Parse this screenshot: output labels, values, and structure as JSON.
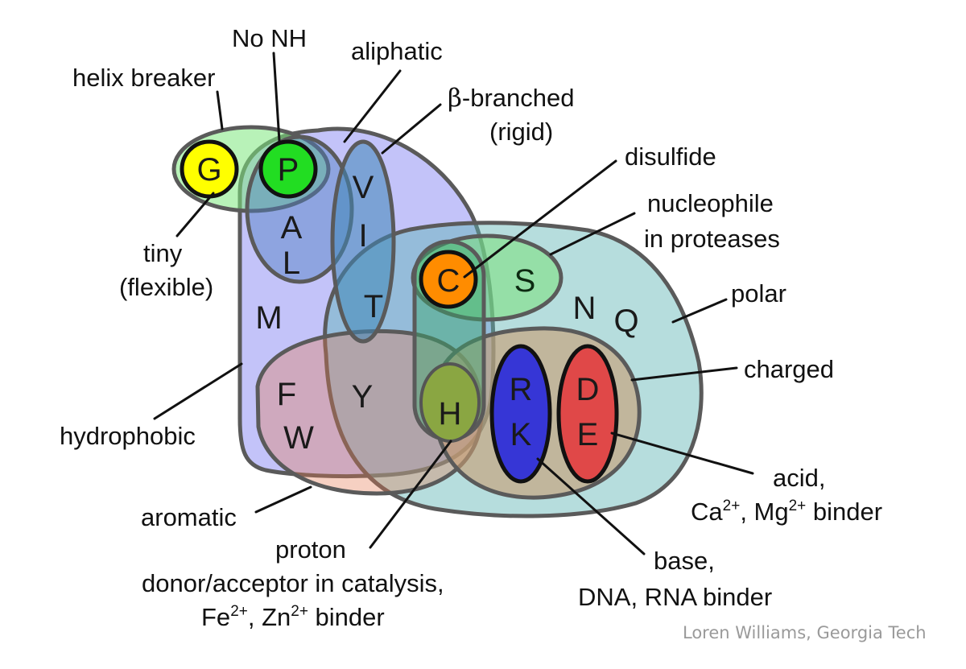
{
  "credit": "Loren Williams, Georgia Tech",
  "amino_acids": {
    "G": "G",
    "P": "P",
    "A": "A",
    "L": "L",
    "V": "V",
    "I": "I",
    "T": "T",
    "M": "M",
    "C": "C",
    "S": "S",
    "N": "N",
    "Q": "Q",
    "F": "F",
    "W": "W",
    "Y": "Y",
    "H": "H",
    "R": "R",
    "K": "K",
    "D": "D",
    "E": "E"
  },
  "labels": {
    "no_nh": "No NH",
    "helix_breaker": "helix breaker",
    "aliphatic": "aliphatic",
    "beta_branched_symbol": "β",
    "beta_branched_rest": "-branched",
    "rigid": "(rigid)",
    "disulfide": "disulfide",
    "nucleophile": "nucleophile",
    "in_proteases": "in proteases",
    "tiny": "tiny",
    "flexible": "(flexible)",
    "polar": "polar",
    "charged": "charged",
    "hydrophobic": "hydrophobic",
    "aromatic": "aromatic",
    "acid": "acid,",
    "ca": "Ca",
    "ca_sup": "2+",
    "mg_sep": ", Mg",
    "mg_sup": "2+",
    "acid_binder": " binder",
    "proton": "proton",
    "donor_acceptor": "donor/acceptor in catalysis,",
    "fe": "Fe",
    "fe_sup": "2+",
    "zn_sep": ", Zn",
    "zn_sup": "2+",
    "metal_binder": " binder",
    "base": "base,",
    "dna_rna_binder": "DNA, RNA binder"
  },
  "colors": {
    "hydrophobic": "#9b9bf5",
    "polar": "#7fc3c3",
    "aromatic": "#e78f7a",
    "charged": "#c9a27e",
    "small_green": "#8fe08f",
    "aliphatic_blue": "#4f8ab7",
    "cysteine": "#ff8c00",
    "glycine": "#ffff00",
    "proline": "#22dd22",
    "histidine": "#8aa642",
    "basic": "#3636d6",
    "acidic": "#e04848"
  }
}
